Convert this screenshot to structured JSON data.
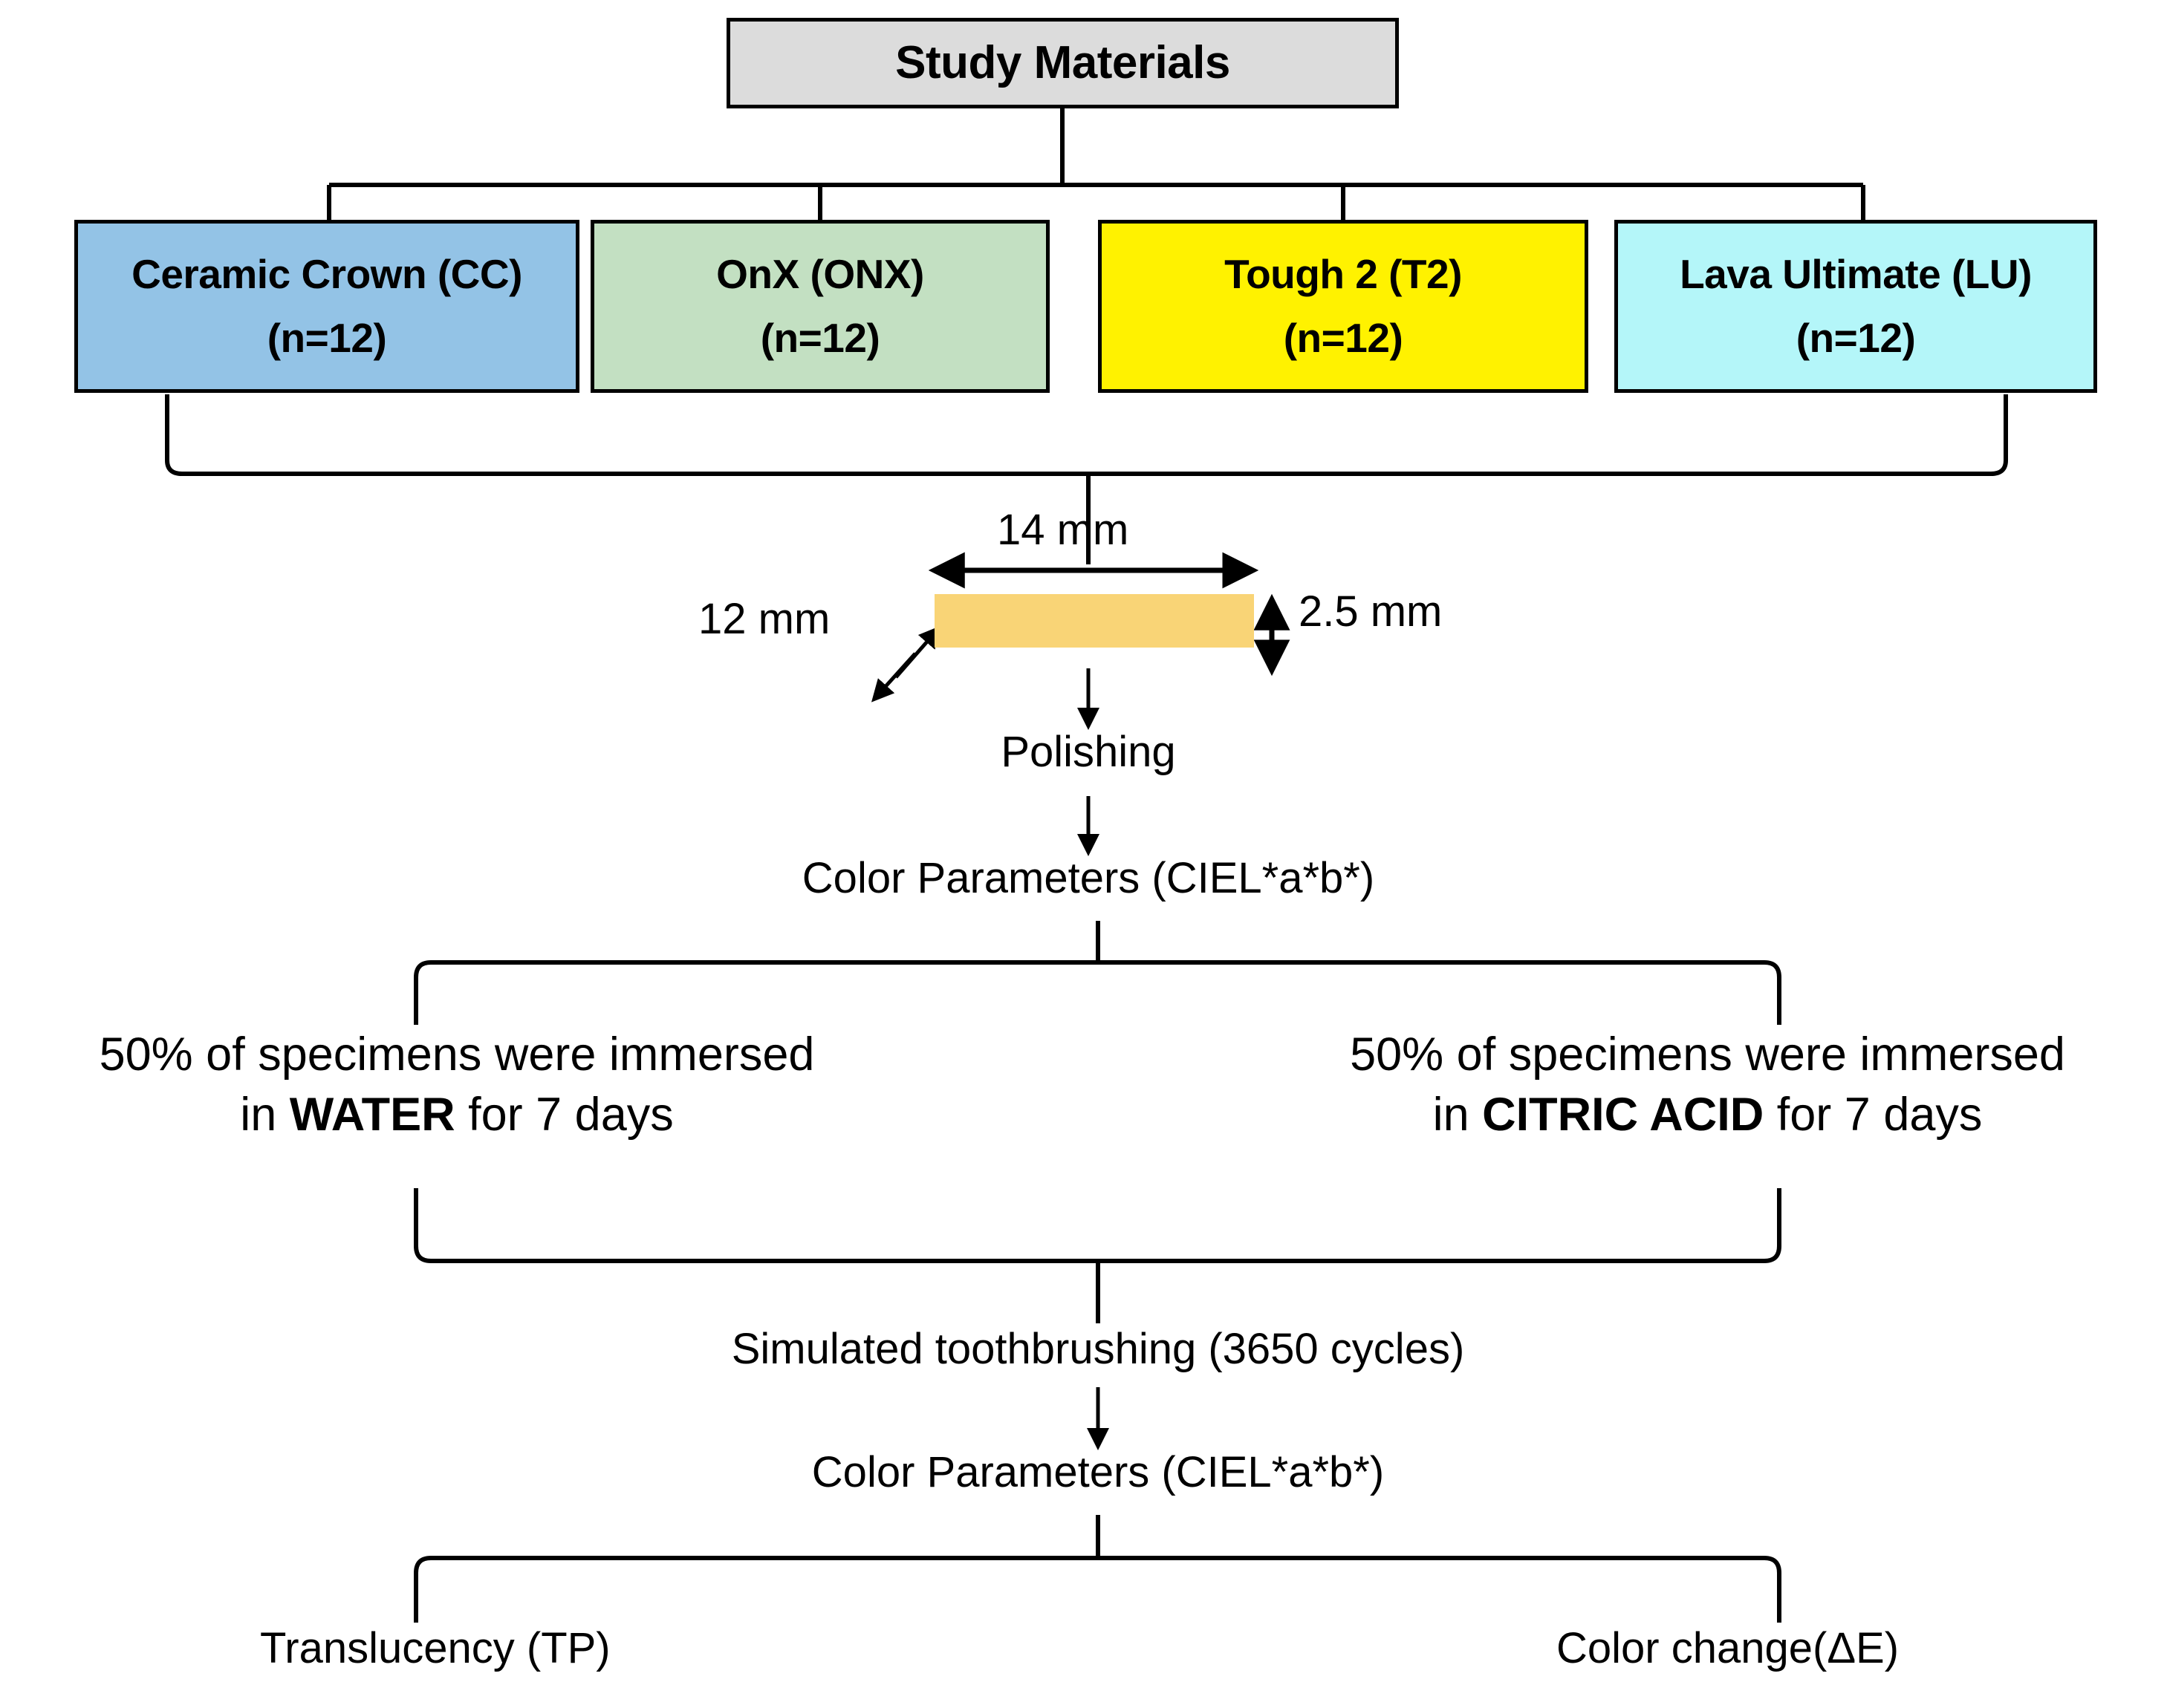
{
  "title": "Study Materials",
  "materials": [
    {
      "name": "Ceramic Crown (CC)",
      "count": "(n=12)",
      "color": "#93c3e6"
    },
    {
      "name": "OnX (ONX)",
      "count": "(n=12)",
      "color": "#c3e0c2"
    },
    {
      "name": "Tough 2 (T2)",
      "count": "(n=12)",
      "color": "#fff200"
    },
    {
      "name": "Lava Ultimate (LU)",
      "count": "(n=12)",
      "color": "#b4f6f9"
    }
  ],
  "specimen": {
    "width_label": "14 mm",
    "depth_label": "12 mm",
    "thickness_label": "2.5 mm",
    "color": "#f9d476"
  },
  "steps": {
    "polishing": "Polishing",
    "color_parameters_1": "Color Parameters (CIEL*a*b*)",
    "toothbrushing": "Simulated toothbrushing (3650 cycles)",
    "color_parameters_2": "Color Parameters (CIEL*a*b*)"
  },
  "branches": {
    "left": {
      "line1": "50% of specimens were immersed",
      "line2_prefix": "in ",
      "line2_emphasis": "WATER",
      "line2_suffix": " for 7 days"
    },
    "right": {
      "line1": "50% of specimens were immersed",
      "line2_prefix": "in ",
      "line2_emphasis": "CITRIC ACID",
      "line2_suffix": " for 7 days"
    }
  },
  "outcomes": {
    "left": "Translucency (TP)",
    "right": "Color change(ΔE)"
  }
}
